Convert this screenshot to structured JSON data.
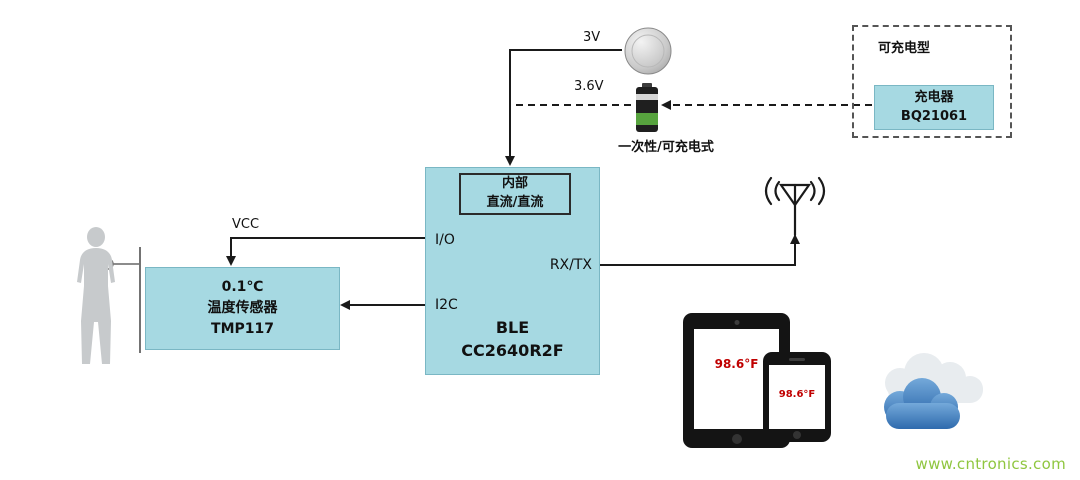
{
  "diagram": {
    "power": {
      "coin_label": "3V",
      "battery_label": "3.6V",
      "battery_caption": "一次性/可充电式"
    },
    "charger_group": {
      "title": "可充电型",
      "charger_line1": "充电器",
      "charger_line2": "BQ21061"
    },
    "ble": {
      "dcdc_line1": "内部",
      "dcdc_line2": "直流/直流",
      "pin_io": "I/O",
      "pin_i2c": "I2C",
      "pin_rxtx": "RX/TX",
      "name_line1": "BLE",
      "name_line2": "CC2640R2F"
    },
    "sensor": {
      "vcc_label": "VCC",
      "line1": "0.1℃",
      "line2": "温度传感器",
      "line3": "TMP117"
    },
    "devices": {
      "tablet_reading": "98.6°F",
      "phone_reading": "98.6°F"
    },
    "watermark": "www.cntronics.com",
    "colors": {
      "block_fill": "#a6d9e2",
      "line": "#1a1a1a",
      "reading_red": "#c00000",
      "watermark_green": "#8fc63f",
      "cloud_blue": "#3c7fc0",
      "silhouette_gray": "#c7cacc"
    }
  }
}
